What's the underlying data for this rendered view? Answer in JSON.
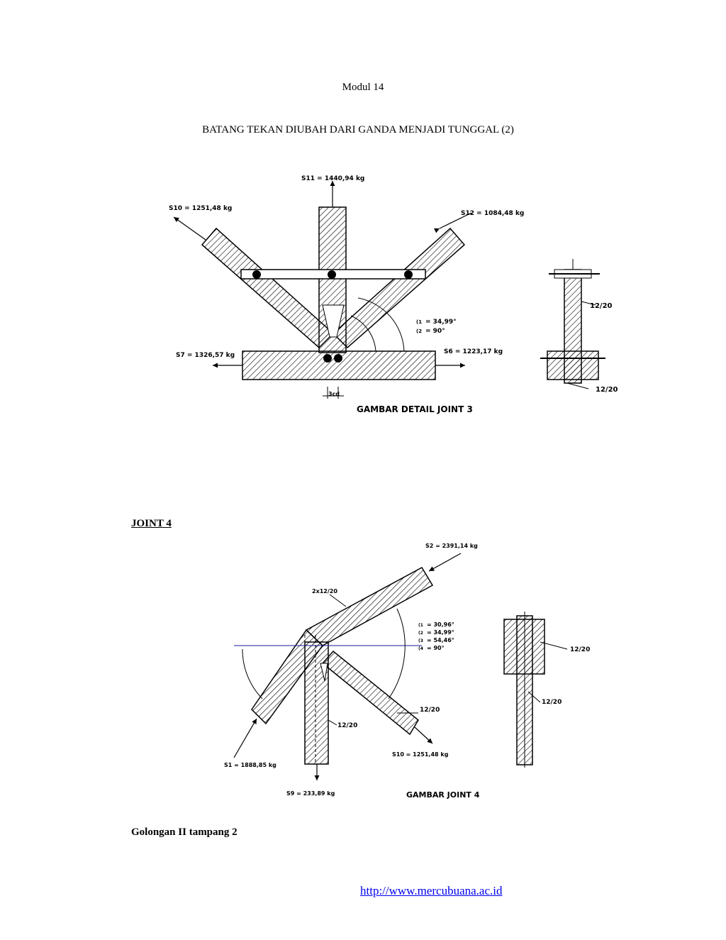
{
  "header": {
    "module": "Modul 14"
  },
  "title": "BATANG TEKAN DIUBAH DARI GANDA MENJADI TUNGGAL (2)",
  "joint3": {
    "forces": {
      "s11": "S11 = 1440,94 kg",
      "s10": "S10 = 1251,48 kg",
      "s12": "S12 = 1084,48 kg",
      "s7": "S7 = 1326,57 kg",
      "s6": "S6 = 1223,17 kg"
    },
    "angles": [
      {
        "key": "(1",
        "value": "= 34,99°"
      },
      {
        "key": "(2",
        "value": "= 90°"
      }
    ],
    "dim": "3cd",
    "caption": "GAMBAR DETAIL JOINT 3",
    "section_labels": [
      "12/20",
      "12/20"
    ]
  },
  "joint4_heading": "JOINT 4",
  "joint4": {
    "forces": {
      "s2": "S2 = 2391,14 kg",
      "s1": "S1 = 1888,85 kg",
      "s9": "S9 = 233,89 kg",
      "s10": "S10 = 1251,48 kg"
    },
    "member_labels": {
      "top": "2x12/20",
      "diag": "12/20",
      "vert": "12/20"
    },
    "angles": [
      {
        "key": "(1",
        "value": "= 30,96°"
      },
      {
        "key": "(2",
        "value": "= 34,99°"
      },
      {
        "key": "(3",
        "value": "= 54,46°"
      },
      {
        "key": "(4",
        "value": "= 90°"
      }
    ],
    "caption": "GAMBAR JOINT 4",
    "section_labels": [
      "12/20",
      "12/20"
    ]
  },
  "footer_note": "Golongan II tampang 2",
  "footer_link": "http://www.mercubuana.ac.id"
}
